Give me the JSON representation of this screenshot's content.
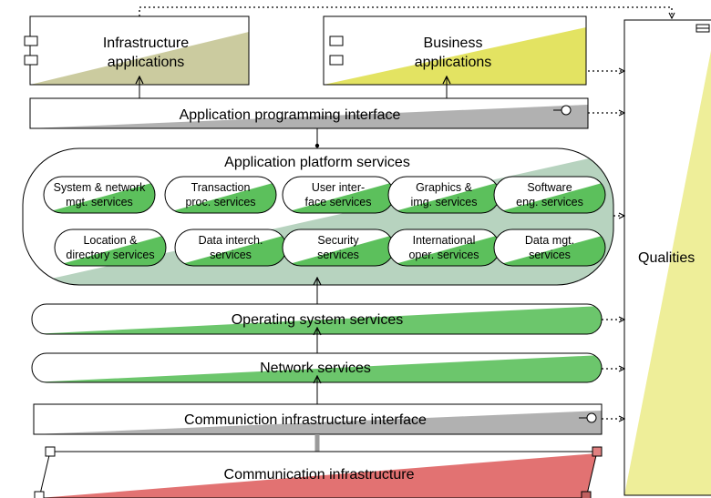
{
  "boxes": {
    "infrastructure_apps": {
      "line1": "Infrastructure",
      "line2": "applications"
    },
    "business_apps": {
      "line1": "Business",
      "line2": "applications"
    },
    "api": "Application programming interface",
    "platform_services_title": "Application platform services",
    "operating_system_services": "Operating system services",
    "network_services": "Network services",
    "comm_interface": "Communiction infrastructure interface",
    "comm_infrastructure": "Communication infrastructure",
    "qualities": "Qualities"
  },
  "platform_services": [
    {
      "line1": "System & network",
      "line2": "mgt. services"
    },
    {
      "line1": "Transaction",
      "line2": "proc. services"
    },
    {
      "line1": "User inter-",
      "line2": "face services"
    },
    {
      "line1": "Graphics &",
      "line2": "img. services"
    },
    {
      "line1": "Software",
      "line2": "eng. services"
    },
    {
      "line1": "Location &",
      "line2": "directory services"
    },
    {
      "line1": "Data interch.",
      "line2": "services"
    },
    {
      "line1": "Security",
      "line2": "services"
    },
    {
      "line1": "International",
      "line2": "oper. services"
    },
    {
      "line1": "Data mgt.",
      "line2": "services"
    }
  ],
  "colors": {
    "olive": "#c8c89a",
    "yellow": "#e2e25a",
    "green": "#5cc05c",
    "grey": "#a9a9a9",
    "red": "#e06a6a",
    "qualities_yellow": "#eeee99"
  }
}
